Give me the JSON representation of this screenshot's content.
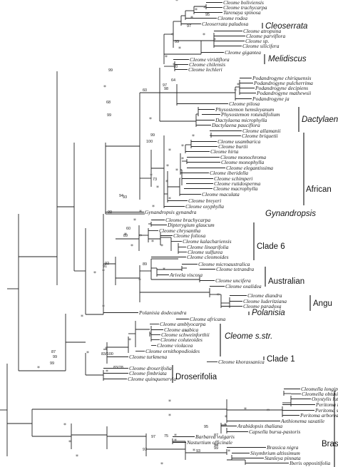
{
  "taxa": [
    "Cleome boliviensis",
    "Cleome trachycarpa",
    "Tarenaya spinosa",
    "Cleome rodea",
    "Cleoserrata paludosa",
    "Cleome atropsina",
    "Cleome parviflora",
    "Cleome sp.",
    "Cleome silicifera",
    "Cleome gigantea",
    "Cleome viridiflora",
    "Cleome chilensis",
    "Cleome lechleri",
    "Podandrogyne chiriquensis",
    "Podandrogyne pulcherrima",
    "Podandrogyne decipiens",
    "Podandrogyne mathewsii",
    "Podandrogyne ja",
    "Cleome pilosa",
    "Physostemon hemsleyanum",
    "Physostemon rotundifolium",
    "Dactylaena microphylla",
    "Dactylaena pauciflora",
    "Cleome allamanii",
    "Cleome briquetii",
    "Cleome usambarica",
    "Cleome burtii",
    "Cleome hirta",
    "Cleome monochroma",
    "Cleome monophylla",
    "Cleome elegantissima",
    "Cleome iberidella",
    "Cleome schimperi",
    "Cleome rutidosperma",
    "Cleome macrophylla",
    "Cleome maculata",
    "Cleome breyeri",
    "Cleome oxyphylla",
    "Gynandropsis gynandra",
    "Cleome brachycarpa",
    "Dipterygium glaucum",
    "Cleome chrysantha",
    "Cleome foliosa",
    "Cleome kalachariensis",
    "Cleome linearifolia",
    "Cleome sulfurea",
    "Cleome cleomoides",
    "Cleome microaustralica",
    "Cleome tetrandra",
    "Arivela viscosa",
    "Cleome uncifera",
    "Cleome oxalidea",
    "Cleome diandra",
    "Cleome luderitziana",
    "Cleome paradoxa",
    "Polanisia dodecandra",
    "Cleome africana",
    "Cleome amblyocarpa",
    "Cleome arabica",
    "Cleome schweinforthii",
    "Cleome coluteoides",
    "Cleome violacea",
    "Cleome ornithopodioides",
    "Cleome turkmena",
    "Cleome khorassanica",
    "Cleome droserifolia",
    "Cleome fimbriata",
    "Cleome quinquenervia",
    "Cleomella longipe",
    "Cleomella obtusifolia",
    "Oxystylis lutea",
    "Peritoma lutea",
    "Peritoma serrulata",
    "Peritoma arborea",
    "Aethionema saxatile",
    "Arabidopsis thaliana",
    "Capsella bursa-pastoris",
    "Barbarea vulgaris",
    "Nasturtium officinale",
    "Brassica nigra",
    "Sisymbrium altissimum",
    "Stanleya pinnata",
    "Iberis oppositifolia"
  ],
  "clades": [
    {
      "label": "Cleoserrata",
      "italic": true
    },
    {
      "label": "Melidiscus",
      "italic": true
    },
    {
      "label": "Dactylaen",
      "italic": true
    },
    {
      "label": "African",
      "italic": false
    },
    {
      "label": "Gynandropsis",
      "italic": true
    },
    {
      "label": "Clade 6",
      "italic": false
    },
    {
      "label": "Australian",
      "italic": false
    },
    {
      "label": "Angu",
      "italic": false
    },
    {
      "label": "Polanisia",
      "italic": true
    },
    {
      "label": "Cleome s.str.",
      "italic": true
    },
    {
      "label": "Clade 1",
      "italic": false
    },
    {
      "label": "Droserifolia",
      "italic": false
    },
    {
      "label": "Bras",
      "italic": false
    }
  ],
  "support_values": [
    "95",
    "97",
    "99",
    "70",
    "99",
    "64",
    "97",
    "60",
    "98",
    "68",
    "99",
    "100",
    "99",
    "73",
    "94",
    "93",
    "99",
    "60",
    "89",
    "91",
    "92",
    "89",
    "83/100",
    "99",
    "87",
    "99",
    "83/78",
    "75",
    "95",
    "97",
    "93",
    "87",
    "94",
    "97",
    "99"
  ],
  "support_marker": "*"
}
